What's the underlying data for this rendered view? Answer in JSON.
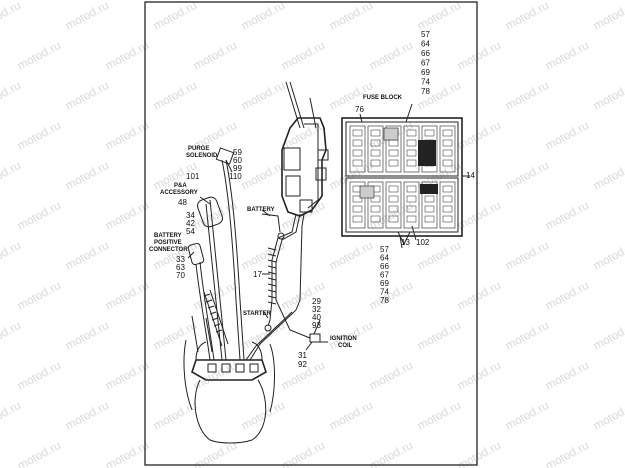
{
  "watermark": "motod.ru",
  "labels": {
    "purge_solenoid": [
      "PURGE",
      "SOLENOID"
    ],
    "purge_refs": [
      "59",
      "60",
      "99",
      "110"
    ],
    "purge_ref_101": "101",
    "pa_accessory": [
      "P&A",
      "ACCESSORY"
    ],
    "ref_48": "48",
    "refs_34_42_54": [
      "34",
      "42",
      "54"
    ],
    "battery_positive_connector": [
      "BATTERY",
      "POSITIVE",
      "CONNECTOR"
    ],
    "refs_33_63_70": [
      "33",
      "63",
      "70"
    ],
    "battery": "BATTERY",
    "ref_17": "17",
    "starter": "STARTER",
    "refs_29_32_40_93": [
      "29",
      "32",
      "40",
      "93"
    ],
    "ignition_coil": [
      "IGNITION",
      "COIL"
    ],
    "refs_31_92": [
      "31",
      "92"
    ],
    "fuse_block": "FUSE BLOCK",
    "ref_76": "76",
    "fuse_refs_top": [
      "57",
      "64",
      "66",
      "67",
      "69",
      "74",
      "78"
    ],
    "fuse_refs_bottom": [
      "57",
      "64",
      "66",
      "67",
      "69",
      "74",
      "78"
    ],
    "ref_14": "14",
    "ref_13": "13",
    "ref_102": "102"
  }
}
